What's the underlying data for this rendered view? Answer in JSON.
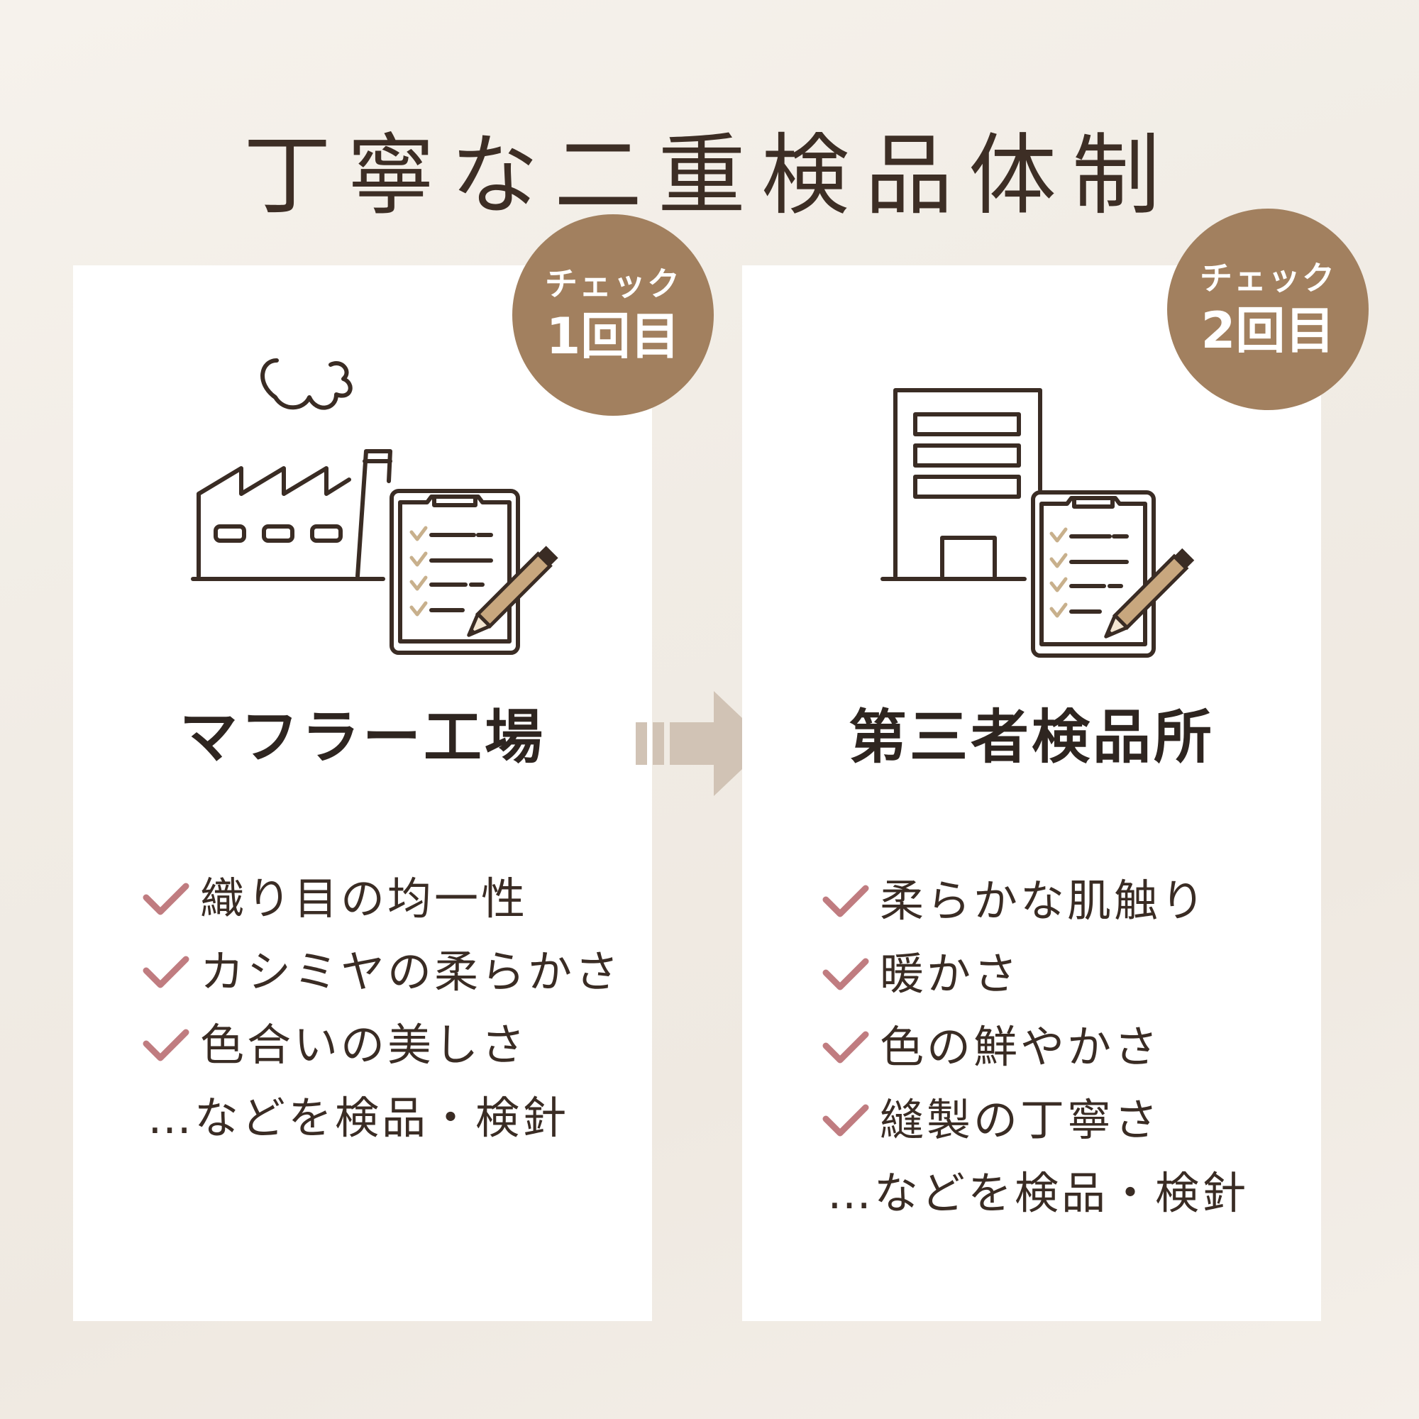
{
  "title": "丁寧な二重検品体制",
  "colors": {
    "accent_brown": "#a2805f",
    "check_pink": "#c07c80",
    "arrow_beige": "#d1c3b5",
    "ink": "#3a2c24"
  },
  "steps": [
    {
      "badge_top": "チェック",
      "badge_bottom": "1回目",
      "place": "マフラー工場",
      "icon": "factory-with-clipboard-icon",
      "checks": [
        "織り目の均一性",
        "カシミヤの柔らかさ",
        "色合いの美しさ"
      ],
      "note": "…などを検品・検針"
    },
    {
      "badge_top": "チェック",
      "badge_bottom": "2回目",
      "place": "第三者検品所",
      "icon": "building-with-clipboard-icon",
      "checks": [
        "柔らかな肌触り",
        "暖かさ",
        "色の鮮やかさ",
        "縫製の丁寧さ"
      ],
      "note": "…などを検品・検針"
    }
  ],
  "flow_icon": "right-arrow-icon"
}
